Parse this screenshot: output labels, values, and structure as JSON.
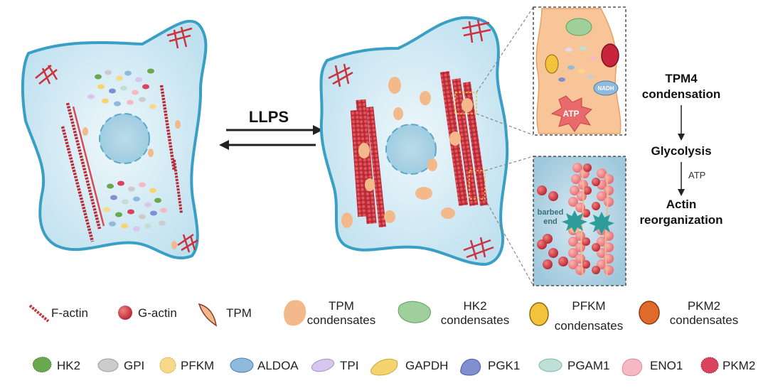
{
  "center": {
    "llps": "LLPS"
  },
  "zoom_top": {
    "atp": "ATP",
    "nadh": "NADH"
  },
  "zoom_bottom": {
    "barbed_line1": "barbed",
    "barbed_line2": "end"
  },
  "flow": {
    "step1_line1": "TPM4",
    "step1_line2": "condensation",
    "step2": "Glycolysis",
    "atp_label": "ATP",
    "step3_line1": "Actin",
    "step3_line2": "reorganization"
  },
  "legend_row1": [
    {
      "label": "F-actin",
      "icon": "f-actin-icon"
    },
    {
      "label": "G-actin",
      "icon": "g-actin-icon"
    },
    {
      "label": "TPM",
      "icon": "tpm-icon"
    },
    {
      "line1": "TPM",
      "line2": "condensates",
      "icon": "tpm-condensate-icon",
      "color": "#f4b98a"
    },
    {
      "line1": "HK2",
      "line2": "condensates",
      "icon": "hk2-condensate-icon",
      "color": "#9fcf9a"
    },
    {
      "line1": "PFKM",
      "line2": "condensates",
      "icon": "pfkm-condensate-icon",
      "color": "#f3c33c"
    },
    {
      "line1": "PKM2",
      "line2": "condensates",
      "icon": "pkm2-condensate-icon",
      "color": "#e06a2a"
    }
  ],
  "legend_row2": [
    {
      "label": "HK2",
      "icon": "hk2-icon",
      "color": "#6aa84f"
    },
    {
      "label": "GPI",
      "icon": "gpi-icon",
      "color": "#cccccc"
    },
    {
      "label": "PFKM",
      "icon": "pfkm-icon",
      "color": "#f7d98a"
    },
    {
      "label": "ALDOA",
      "icon": "aldoa-icon",
      "color": "#8fb9dd"
    },
    {
      "label": "TPI",
      "icon": "tpi-icon",
      "color": "#d8c6ec"
    },
    {
      "label": "GAPDH",
      "icon": "gapdh-icon",
      "color": "#f5d470"
    },
    {
      "label": "PGK1",
      "icon": "pgk1-icon",
      "color": "#7f8fd0"
    },
    {
      "label": "PGAM1",
      "icon": "pgam1-icon",
      "color": "#bfe0d6"
    },
    {
      "label": "ENO1",
      "icon": "eno1-icon",
      "color": "#f6b9c4"
    },
    {
      "label": "PKM2",
      "icon": "pkm2-icon",
      "color": "#d9435b"
    }
  ],
  "colors": {
    "cell_fill": "#d8ecf5",
    "cell_stroke": "#3a9fc4",
    "actin": "#c9343e",
    "tpm_condensate": "#f4b98a",
    "zoom_top_bg": "#f7c597"
  }
}
